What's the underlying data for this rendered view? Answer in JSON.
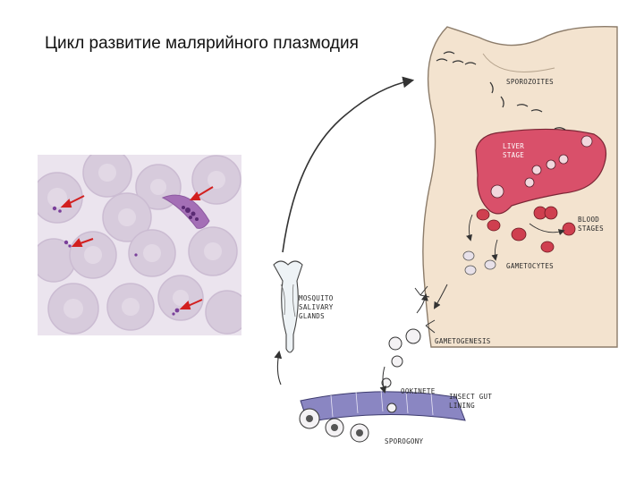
{
  "slide": {
    "title": "Цикл развитие малярийного плазмодия"
  },
  "diagram": {
    "stages": {
      "sporozoites": "SPOROZOITES",
      "liver_1": "LIVER",
      "liver_2": "STAGE",
      "blood_1": "BLOOD",
      "blood_2": "STAGES",
      "gametocytes": "GAMETOCYTES",
      "gametogenesis": "GAMETOGENESIS",
      "ookinete": "OOKINETE",
      "gut_1": "INSECT GUT",
      "gut_2": "LINING",
      "sporogony": "SPOROGONY",
      "salivary_1": "MOSQUITO",
      "salivary_2": "SALIVARY",
      "salivary_3": "GLANDS"
    },
    "colors": {
      "liver": "#d9506a",
      "blood_cell": "#cf3f4f",
      "skin": "#f3e3cf",
      "gut_lining": "#8a86c2",
      "micro_background": "#ebe4ee",
      "red_cell": "#d7cbdc",
      "infected_cell": "#a46fb6",
      "pointer": "#d21f1f"
    }
  }
}
